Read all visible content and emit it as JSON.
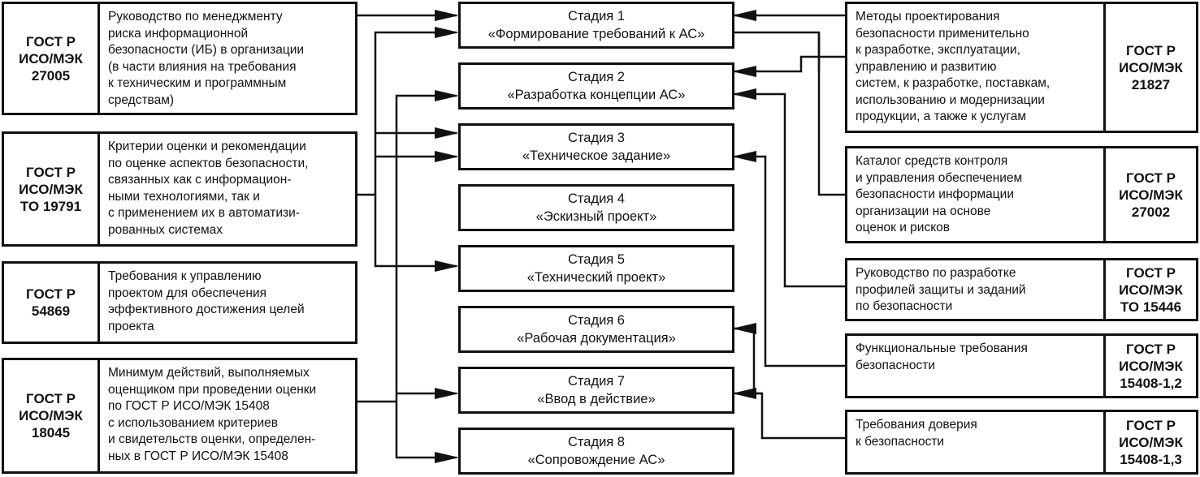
{
  "left_standards": [
    {
      "code": "ГОСТ Р\nИСО/МЭК\n27005",
      "text": "Руководство по менеджменту\nриска информационной\nбезопасности (ИБ) в организации\n(в части влияния на требования\nк техническим и программным\nсредствам)"
    },
    {
      "code": "ГОСТ Р\nИСО/МЭК\nТО 19791",
      "text": "Критерии оценки и рекомендации\nпо оценке аспектов безопасности,\nсвязанных как с информацион-\nными технологиями, так и\nс применением их в автоматизи-\nрованных системах"
    },
    {
      "code": "ГОСТ Р\n54869",
      "text": "Требования к управлению\nпроектом для обеспечения\nэффективного достижения целей\nпроекта"
    },
    {
      "code": "ГОСТ Р\nИСО/МЭК\n18045",
      "text": "Минимум действий, выполняемых\nоценщиком при проведении оценки\nпо ГОСТ Р ИСО/МЭК 15408\nс использованием критериев\nи свидетельств оценки, определен-\nных в ГОСТ Р ИСО/МЭК 15408"
    }
  ],
  "stages": [
    {
      "title": "Стадия 1",
      "name": "«Формирование требований к АС»"
    },
    {
      "title": "Стадия 2",
      "name": "«Разработка концепции АС»"
    },
    {
      "title": "Стадия 3",
      "name": "«Техническое задание»"
    },
    {
      "title": "Стадия 4",
      "name": "«Эскизный проект»"
    },
    {
      "title": "Стадия 5",
      "name": "«Технический проект»"
    },
    {
      "title": "Стадия 6",
      "name": "«Рабочая документация»"
    },
    {
      "title": "Стадия 7",
      "name": "«Ввод в действие»"
    },
    {
      "title": "Стадия 8",
      "name": "«Сопровождение АС»"
    }
  ],
  "right_standards": [
    {
      "code": "ГОСТ Р\nИСО/МЭК\n21827",
      "text": "Методы проектирования\nбезопасности применительно\nк разработке, эксплуатации,\nуправлению и развитию\nсистем, к разработке, поставкам,\nиспользованию и модернизации\nпродукции, а также к услугам"
    },
    {
      "code": "ГОСТ Р\nИСО/МЭК\n27002",
      "text": "Каталог средств контроля\nи управления обеспечением\nбезопасности информации\nорганизации на основе\nоценок и рисков"
    },
    {
      "code": "ГОСТ Р\nИСО/МЭК\nТО 15446",
      "text": "Руководство по разработке\nпрофилей защиты и заданий\nпо безопасности"
    },
    {
      "code": "ГОСТ Р\nИСО/МЭК\n15408-1,2",
      "text": "Функциональные требования\nбезопасности"
    },
    {
      "code": "ГОСТ Р\nИСО/МЭК\n15408-1,3",
      "text": "Требования доверия\nк безопасности"
    }
  ]
}
